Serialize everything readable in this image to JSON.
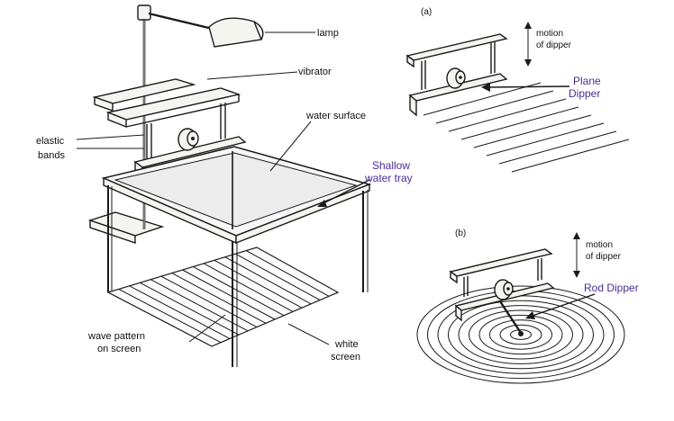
{
  "labels": {
    "lamp": "lamp",
    "vibrator": "vibrator",
    "elastic_line1": "elastic",
    "elastic_line2": "bands",
    "water_surface": "water surface",
    "shallow_line1": "Shallow",
    "shallow_line2": "water tray",
    "wave_pattern_line1": "wave pattern",
    "wave_pattern_line2": "on screen",
    "white_screen_line1": "white",
    "white_screen_line2": "screen"
  },
  "panel_a": {
    "tag": "(a)",
    "motion_line1": "motion",
    "motion_line2": "of dipper",
    "dipper_line1": "Plane",
    "dipper_line2": "Dipper"
  },
  "panel_b": {
    "tag": "(b)",
    "motion_line1": "motion",
    "motion_line2": "of dipper",
    "dipper_label": "Rod Dipper"
  },
  "colors": {
    "ink": "#1a1a1a",
    "annotation_purple": "#4b2c9a",
    "background": "#ffffff"
  }
}
